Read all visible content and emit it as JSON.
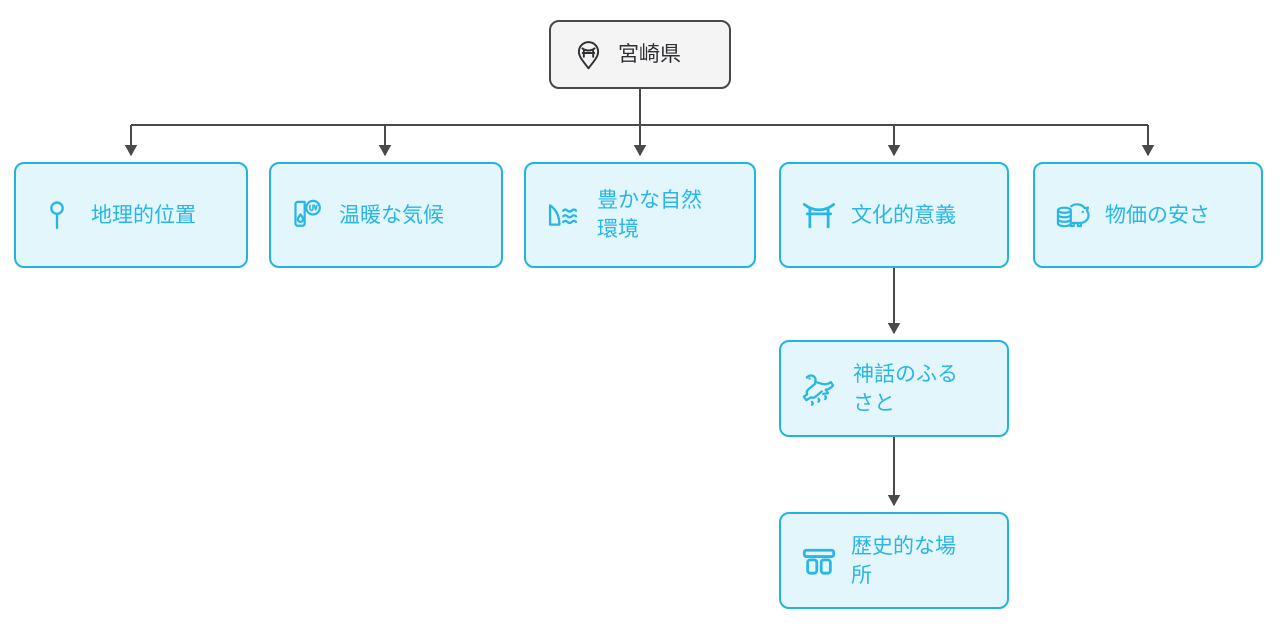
{
  "diagram": {
    "type": "flowchart-tree",
    "background_color": "#ffffff",
    "edge_color": "#4a4a4a",
    "accent_color": "#29b6e4",
    "node_fill": "#e2f6fc",
    "root_fill": "#f4f4f4",
    "root_border": "#46484a"
  },
  "root": {
    "label": "宮崎県",
    "icon": "torii-pin-icon"
  },
  "children": [
    {
      "label": "地理的位置",
      "icon": "map-pin-icon"
    },
    {
      "label": "温暖な気候",
      "icon": "thermometer-uv-icon"
    },
    {
      "label": "豊かな自然\n環境",
      "icon": "dam-water-icon"
    },
    {
      "label": "文化的意義",
      "icon": "torii-gate-icon"
    },
    {
      "label": "物価の安さ",
      "icon": "piggy-bank-coins-icon"
    }
  ],
  "culture_chain": [
    {
      "label": "神話のふる\nさと",
      "icon": "mythical-creature-icon"
    },
    {
      "label": "歴史的な場\n所",
      "icon": "monument-icon"
    }
  ]
}
